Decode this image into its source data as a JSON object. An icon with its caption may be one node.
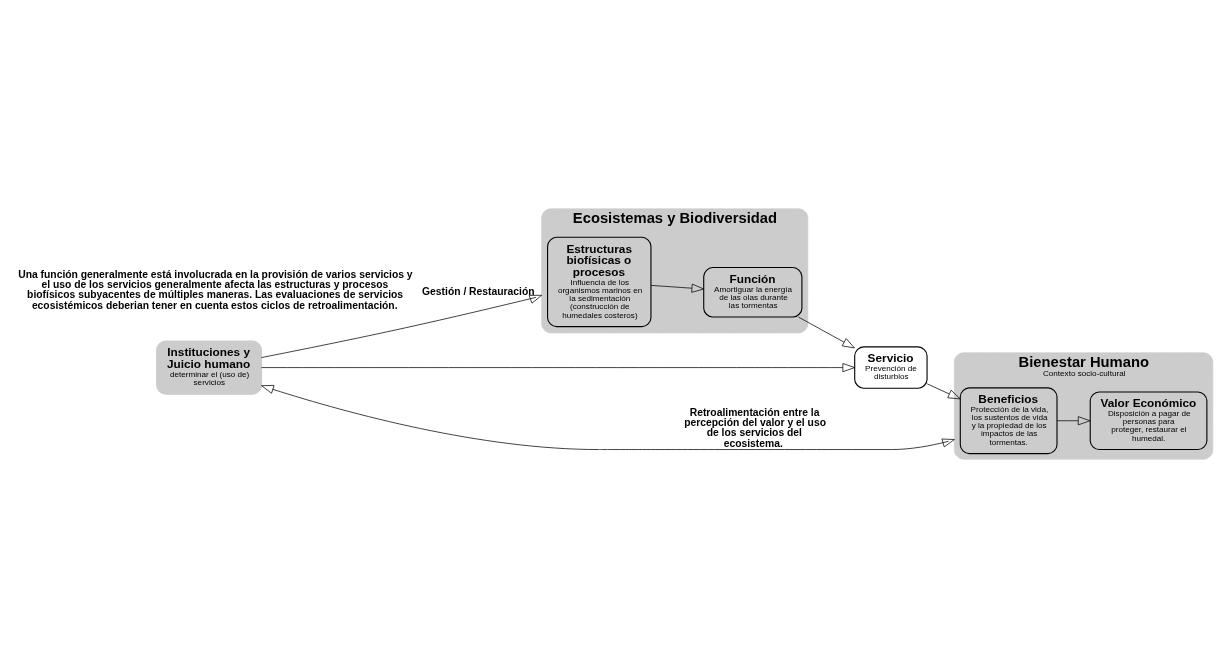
{
  "diagram": {
    "nodes": [
      {
        "text": [
          "Instituciones y Juicio humano",
          "determinar el (uso de) servicios"
        ]
      },
      {
        "text": [
          "Ecosistemas y Biodiversidad"
        ]
      },
      {
        "text": [
          "Estructuras biofísicas o procesos",
          "Influencia de los organismos marinos en la sedimentación (construcción de humedales costeros)"
        ],
        "in": 1
      },
      {
        "text": [
          "Función",
          "Amortiguar la energía de las olas durante las tormentas"
        ],
        "in": 1
      },
      {
        "text": [
          "Servicio",
          "Prevención de disturbios"
        ]
      },
      {
        "text": [
          "Bienestar Humano",
          "Contexto socio-cultural"
        ]
      },
      {
        "text": [
          "Beneficios",
          "Protección de la vida, los sustentos de vida y la propiedad de los impactos de las tormentas."
        ],
        "in": 5
      },
      {
        "text": [
          "Valor Económico",
          "Disposición a pagar de personas para proteger, restaurar el humedal."
        ],
        "in": 5
      }
    ],
    "edges": [
      {
        "from": 0,
        "to": 1,
        "arrow": "to",
        "label": "Gestión / Restauración"
      },
      {
        "from": 0,
        "to": 4,
        "arrow": "to"
      },
      {
        "from": 0,
        "to": 5,
        "arrow": "both",
        "label": "Retroalimentación entre la percepción del valor y el uso de los servicios del ecosistema."
      },
      {
        "from": 2,
        "to": 3,
        "arrow": "to"
      },
      {
        "from": 3,
        "to": 4,
        "arrow": "to"
      },
      {
        "from": 4,
        "to": 6,
        "arrow": "to"
      },
      {
        "from": 6,
        "to": 7,
        "arrow": "to"
      }
    ],
    "labels": [
      "Una función generalmente está involucrada en la provisión de varios servicios y el uso de los servicios generalmente afecta las estructuras y procesos biofísicos subyacentes de múltiples maneras. Las evaluaciones de servicios ecosistémicos deberian tener en cuenta estos ciclos de retroalimentación."
    ]
  }
}
